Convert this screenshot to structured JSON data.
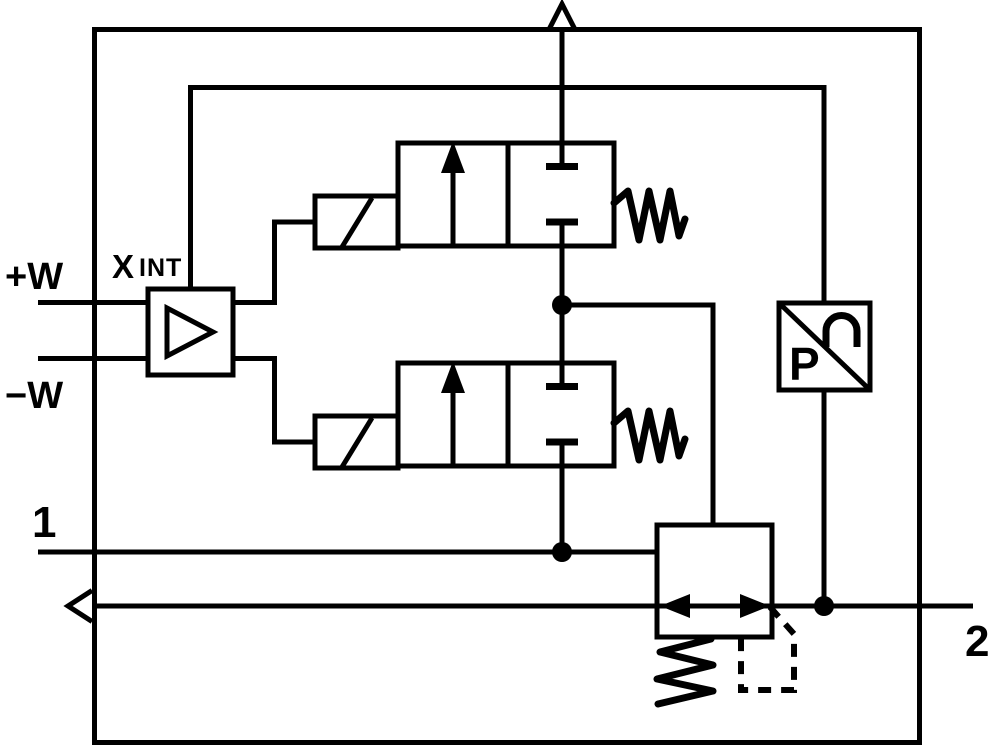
{
  "diagram": {
    "labels": {
      "setpoint_plus": "+W",
      "setpoint_minus": "−W",
      "internal_setpoint_main": "X",
      "internal_setpoint_sub": "INT",
      "port_1": "1",
      "port_2": "2",
      "pressure_sensor": "P"
    },
    "colors": {
      "line": "#000000",
      "background": "#ffffff"
    }
  }
}
